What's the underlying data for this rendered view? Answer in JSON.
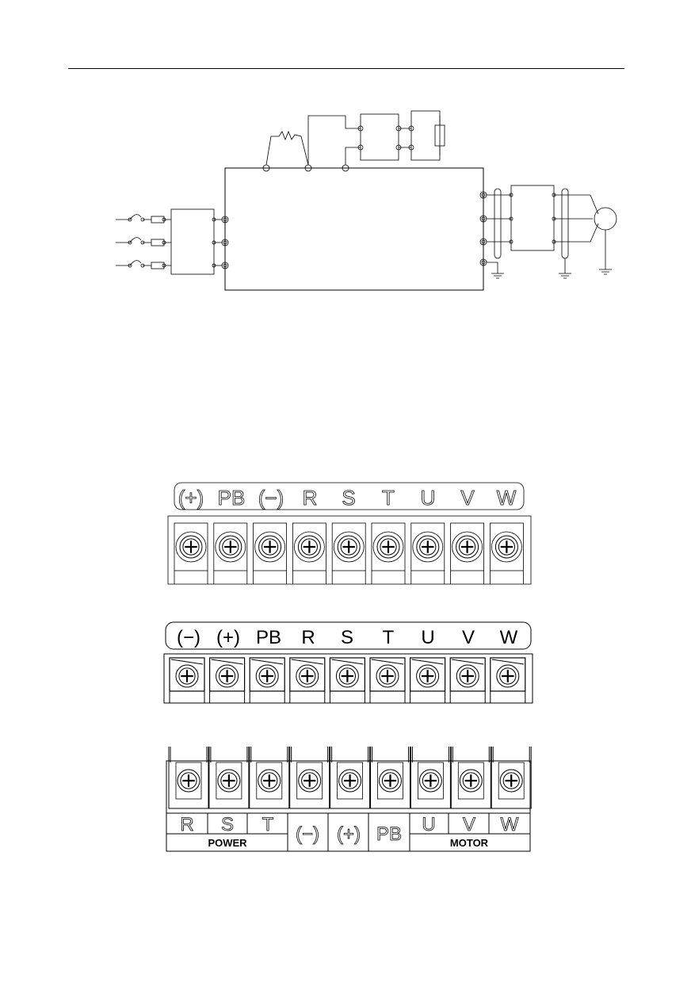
{
  "strip1": {
    "labels": [
      "(+)",
      "PB",
      "(−)",
      "R",
      "S",
      "T",
      "U",
      "V",
      "W"
    ]
  },
  "strip2": {
    "labels": [
      "(−)",
      "(+)",
      "PB",
      "R",
      "S",
      "T",
      "U",
      "V",
      "W"
    ]
  },
  "strip3": {
    "labels": [
      "R",
      "S",
      "T",
      "(−)",
      "(+)",
      "PB",
      "U",
      "V",
      "W"
    ],
    "group_power": "POWER",
    "group_motor": "MOTOR"
  },
  "icons": {
    "screw": "screw-terminal-icon",
    "motor": "motor-circle-icon",
    "ground": "ground-icon",
    "resistor": "resistor-icon"
  }
}
